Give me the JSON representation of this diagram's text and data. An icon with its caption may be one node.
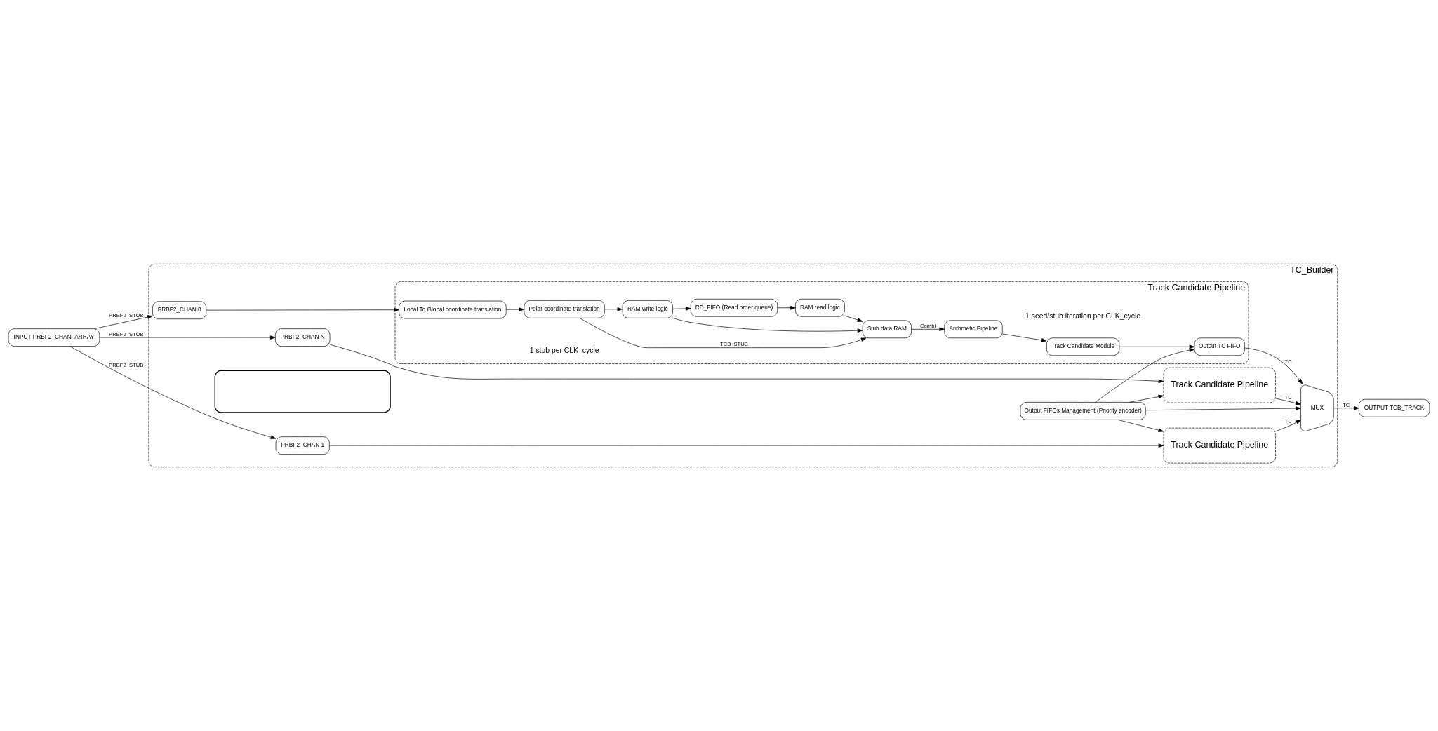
{
  "diagram": {
    "nodes": [
      {
        "text": [
          "TC_Builder"
        ]
      },
      {
        "text": [
          "Track Candidate Pipeline"
        ],
        "in": 0
      },
      {
        "text": [
          "INPUT PRBF2_CHAN_ARRAY"
        ]
      },
      {
        "text": [
          "PRBF2_CHAN 0"
        ],
        "in": 0
      },
      {
        "text": [
          "Local To Global coordinate translation"
        ],
        "in": 1
      },
      {
        "text": [
          "Polar coordinate translation"
        ],
        "in": 1
      },
      {
        "text": [
          "Stub data RAM"
        ],
        "in": 1
      },
      {
        "text": [
          "RAM write logic"
        ],
        "in": 1
      },
      {
        "text": [
          "RD_FIFO (Read order queue)"
        ],
        "in": 1
      },
      {
        "text": [
          "RAM read logic"
        ],
        "in": 1
      },
      {
        "text": [
          "Arithmetic Pipeline"
        ],
        "in": 1
      },
      {
        "text": [
          "Track Candidate Module"
        ],
        "in": 1
      },
      {
        "text": [
          "Output TC FIFO"
        ],
        "in": 1
      },
      {
        "text": [
          "Output FIFOs Management (Priority encoder)"
        ],
        "in": 0
      },
      {
        "text": [
          "PRBF2_CHAN 1"
        ],
        "in": 0
      },
      {
        "text": [
          "Track Candidate Pipeline"
        ],
        "in": 0
      },
      {
        "text": [],
        "shape": "box",
        "in": 0
      },
      {
        "text": [
          "PRBF2_CHAN N"
        ],
        "in": 0
      },
      {
        "text": [
          "Track Candidate Pipeline"
        ],
        "in": 0
      },
      {
        "text": [
          "MUX"
        ],
        "in": 0
      },
      {
        "text": [
          "OUTPUT TCB_TRACK"
        ]
      }
    ],
    "edges": [
      {
        "from": 2,
        "to": 3,
        "label": "PRBF2_STUB",
        "arrow": "to"
      },
      {
        "from": 2,
        "to": 14,
        "label": "PRBF2_STUB",
        "arrow": "to"
      },
      {
        "from": 2,
        "to": 17,
        "label": "PRBF2_STUB",
        "arrow": "to"
      },
      {
        "from": 3,
        "to": 4,
        "arrow": "to"
      },
      {
        "from": 4,
        "to": 5,
        "arrow": "to"
      },
      {
        "from": 5,
        "to": 6,
        "label": "TCB_STUB",
        "arrow": "to"
      },
      {
        "from": 5,
        "to": 7,
        "arrow": "to"
      },
      {
        "from": 7,
        "to": 6,
        "arrow": "to"
      },
      {
        "from": 7,
        "to": 8,
        "arrow": "to"
      },
      {
        "from": 8,
        "to": 9,
        "arrow": "to"
      },
      {
        "from": 9,
        "to": 6,
        "arrow": "to"
      },
      {
        "from": 6,
        "to": 10,
        "label": "Combi",
        "arrow": "to"
      },
      {
        "from": 10,
        "to": 11,
        "arrow": "to"
      },
      {
        "from": 11,
        "to": 12,
        "arrow": "to"
      },
      {
        "from": 13,
        "to": 12,
        "arrow": "to"
      },
      {
        "from": 12,
        "to": 19,
        "label": "TC",
        "arrow": "to"
      },
      {
        "from": 13,
        "to": 15,
        "arrow": "to"
      },
      {
        "from": 13,
        "to": 18,
        "arrow": "to"
      },
      {
        "from": 13,
        "to": 19,
        "arrow": "to"
      },
      {
        "from": 14,
        "to": 15,
        "arrow": "to"
      },
      {
        "from": 15,
        "to": 19,
        "label": "TC",
        "arrow": "to"
      },
      {
        "from": 17,
        "to": 18,
        "arrow": "to"
      },
      {
        "from": 18,
        "to": 19,
        "label": "TC",
        "arrow": "to"
      },
      {
        "from": 19,
        "to": 20,
        "label": "TC",
        "arrow": "to"
      }
    ],
    "labels": [
      "1 stub per CLK_cycle",
      "1 seed/stub iteration per CLK_cycle"
    ]
  }
}
